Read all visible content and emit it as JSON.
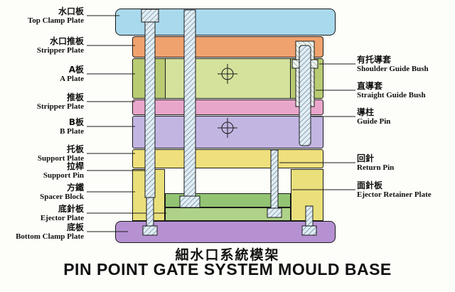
{
  "title": {
    "zh": "細水口系統模架",
    "en": "PIN POINT GATE SYSTEM MOULD BASE"
  },
  "labels": {
    "left": [
      {
        "zh": "水口板",
        "en": "Top Clamp Plate"
      },
      {
        "zh": "水口推板",
        "en": "Stripper Plate"
      },
      {
        "zh": "A板",
        "en": "A Plate"
      },
      {
        "zh": "推板",
        "en": "Stripper Plate"
      },
      {
        "zh": "B板",
        "en": "B Plate"
      },
      {
        "zh": "托板",
        "en": "Support Plate"
      },
      {
        "zh": "拉桿",
        "en": "Support Pin"
      },
      {
        "zh": "方鐵",
        "en": "Spacer Block"
      },
      {
        "zh": "底針板",
        "en": "Ejector Plate"
      },
      {
        "zh": "底板",
        "en": "Bottom Clamp Plate"
      }
    ],
    "right": [
      {
        "zh": "有托導套",
        "en": "Shoulder Guide Bush"
      },
      {
        "zh": "直導套",
        "en": "Straight Guide Bush"
      },
      {
        "zh": "導柱",
        "en": "Guide Pin"
      },
      {
        "zh": "回針",
        "en": "Return Pin"
      },
      {
        "zh": "面針板",
        "en": "Ejector Retainer Plate"
      }
    ]
  },
  "colors": {
    "top_clamp_plate": "#a9d9ec",
    "stripper_plate_top": "#f0a26e",
    "a_plate": "#b9cc74",
    "a_plate_insert": "#d4e29c",
    "stripper_plate_mid": "#e9a6cb",
    "b_plate": "#c2b5e2",
    "support_plate": "#efe07d",
    "spacer_block": "#e9e07b",
    "ejector_retainer_plate": "#93c473",
    "ejector_plate": "#aed287",
    "bottom_clamp_plate": "#b691d2",
    "pin_hatch_fill": "#e2edf4",
    "pin_hatch_line": "#4f7388",
    "outline": "#1a1a1a"
  }
}
